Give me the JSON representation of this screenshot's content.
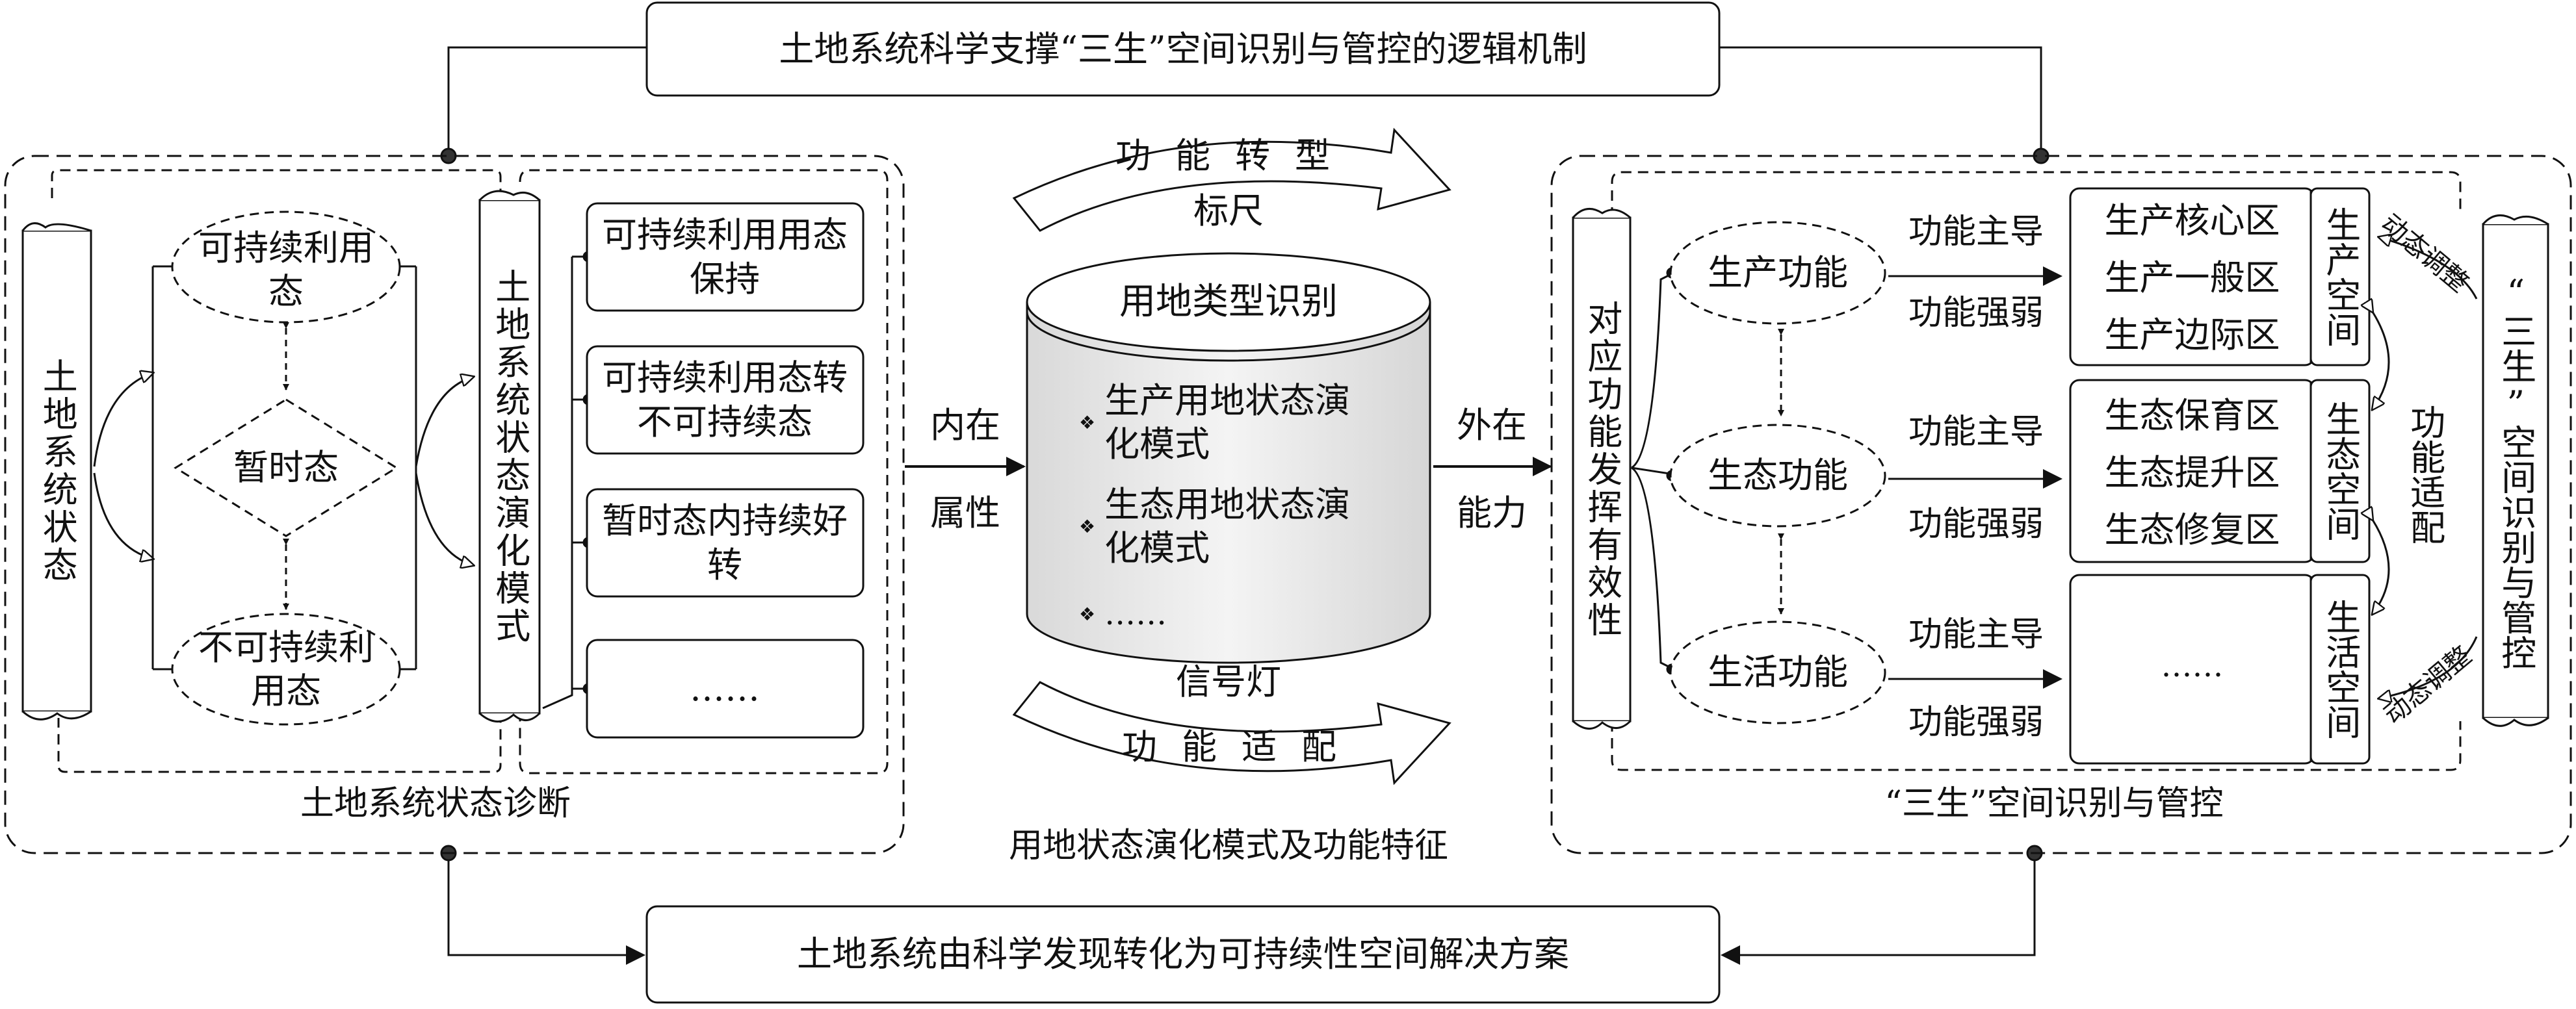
{
  "title": "土地系统科学支撑“三生”空间识别与管控的逻辑机制",
  "footer": "土地系统由科学发现转化为可持续性空间解决方案",
  "left": {
    "section_label": "土地系统状态诊断",
    "system_state": "土地系统状态",
    "states": [
      "可持续利用态",
      "暂时态",
      "不可持续利用态"
    ],
    "evolution_mode": "土地系统状态演化模式",
    "outcomes": [
      "可持续利用用态保持",
      "可持续利用态转不可持续态",
      "暂时态内持续好转",
      "……"
    ]
  },
  "center": {
    "section_label": "用地状态演化模式及功能特征",
    "top_arrow": "功能转型",
    "top_arrow_sub": "标尺",
    "cylinder_title": "用地类型识别",
    "bullet_items": [
      "生产用地状态演化模式",
      "生态用地状态演化模式",
      "……"
    ],
    "bottom_arrow_sub": "信号灯",
    "bottom_arrow": "功能适配",
    "left_arrow_top": "内在",
    "left_arrow_bottom": "属性",
    "right_arrow_top": "外在",
    "right_arrow_bottom": "能力",
    "bullet_symbol": "❖"
  },
  "right": {
    "section_label": "“三生”空间识别与管控",
    "functional_effect": "对应功能发挥有效性",
    "functions": [
      "生产功能",
      "生态功能",
      "生活功能"
    ],
    "arrow_top": "功能主导",
    "arrow_bottom": "功能强弱",
    "zones": [
      [
        "生产核心区",
        "生产一般区",
        "生产边际区"
      ],
      [
        "生态保育区",
        "生态提升区",
        "生态修复区"
      ],
      [
        "……"
      ]
    ],
    "spaces": [
      "生产空间",
      "生态空间",
      "生活空间"
    ],
    "dynamic_adjust_top": "动态调整",
    "function_adapt": "功能适配",
    "dynamic_adjust_bottom": "动态调整",
    "control": "“三生”空间识别与管控"
  }
}
